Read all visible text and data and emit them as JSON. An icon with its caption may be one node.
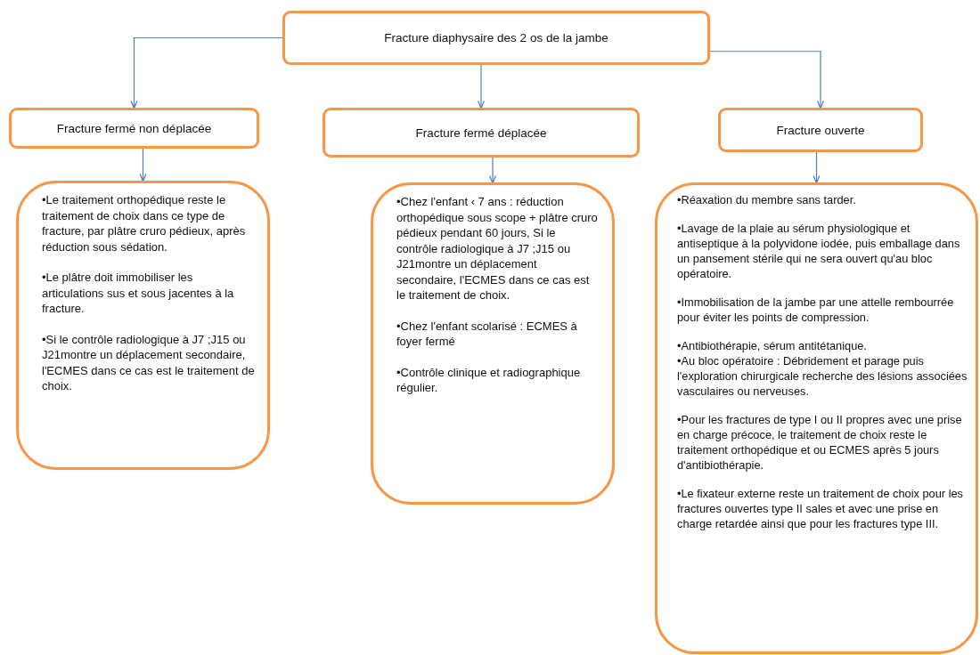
{
  "diagram": {
    "nodes": [
      {
        "text": [
          "Fracture diaphysaire des 2 os de la jambe"
        ]
      },
      {
        "text": [
          "Fracture fermé non déplacée"
        ]
      },
      {
        "text": [
          "Fracture fermé déplacée"
        ]
      },
      {
        "text": [
          "Fracture ouverte"
        ]
      },
      {
        "text": [
          "•Le traitement orthopédique reste le traitement de choix dans ce type de fracture, par plâtre cruro pédieux, après réduction sous sédation.",
          "•Le plâtre doit immobiliser les articulations sus et sous jacentes à la fracture.",
          "•Si le contrôle radiologique à J7 ;J15 ou J21montre un déplacement secondaire, l'ECMES dans ce cas est le traitement de choix."
        ]
      },
      {
        "text": [
          "•Chez l'enfant ‹ 7 ans : réduction orthopédique sous scope + plâtre cruro pédieux pendant 60 jours, Si le contrôle radiologique à J7 ;J15 ou J21montre un déplacement secondaire, l'ECMES dans ce cas est le traitement de choix.",
          "•Chez l'enfant scolarisé : ECMES à foyer fermé",
          "•Contrôle clinique et radiographique régulier."
        ]
      },
      {
        "text": [
          "•Réaxation du membre sans tarder.",
          "•Lavage de la plaie au sérum physiologique et antiseptique à la polyvidone iodée, puis emballage dans un pansement stérile qui ne sera ouvert qu'au bloc opératoire.",
          "•Immobilisation de la jambe par une attelle rembourrée pour éviter les points de compression.",
          "•Antibiothérapie, sérum antitétanique.",
          "•Au bloc opératoire : Débridement et parage puis l'exploration chirurgicale recherche des lésions associées vasculaires ou nerveuses.",
          "•Pour les fractures de type I ou II propres avec une prise en charge précoce, le traitement de choix reste le traitement orthopédique et ou ECMES après 5 jours d'antibiothérapie.",
          "•Le fixateur externe reste un traitement de choix pour les fractures ouvertes type II sales et avec une prise en charge retardée ainsi que pour les fractures type III."
        ]
      }
    ],
    "edges": [
      {
        "from": 0,
        "to": 1,
        "arrow": "to"
      },
      {
        "from": 0,
        "to": 2,
        "arrow": "to"
      },
      {
        "from": 0,
        "to": 3,
        "arrow": "to"
      },
      {
        "from": 1,
        "to": 4,
        "arrow": "to"
      },
      {
        "from": 2,
        "to": 5,
        "arrow": "to"
      },
      {
        "from": 3,
        "to": 6,
        "arrow": "to"
      }
    ]
  }
}
